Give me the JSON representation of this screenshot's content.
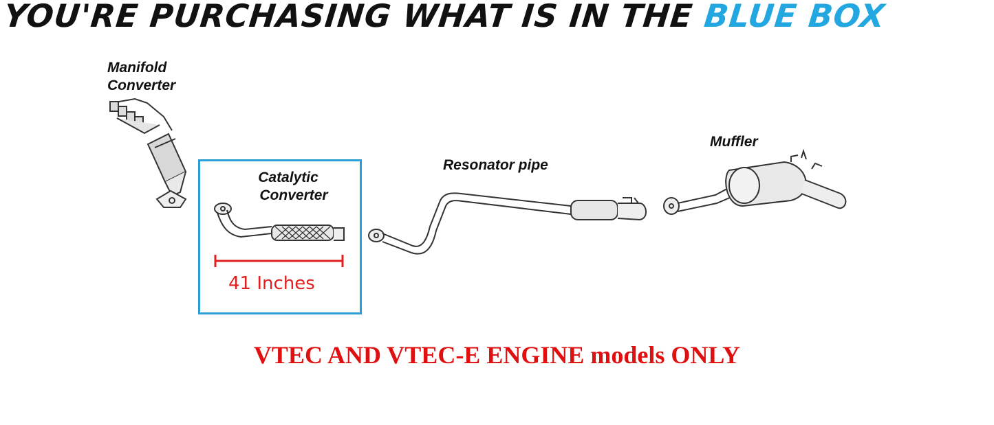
{
  "header": {
    "text_main": "YOU'RE PURCHASING WHAT IS IN THE ",
    "text_highlight": "BLUE BOX",
    "highlight_color": "#22a7e0"
  },
  "parts": {
    "manifold": {
      "label_line1": "Manifold",
      "label_line2": "Converter"
    },
    "catalytic": {
      "label_line1": "Catalytic",
      "label_line2": "Converter"
    },
    "resonator": {
      "label": "Resonator pipe"
    },
    "muffler": {
      "label": "Muffler"
    }
  },
  "selection_box": {
    "color": "#2a9fd6",
    "measurement": "41 Inches",
    "measurement_color": "#e02020"
  },
  "footer": {
    "text": "VTEC AND VTEC-E ENGINE models ONLY",
    "color": "#e01010"
  }
}
